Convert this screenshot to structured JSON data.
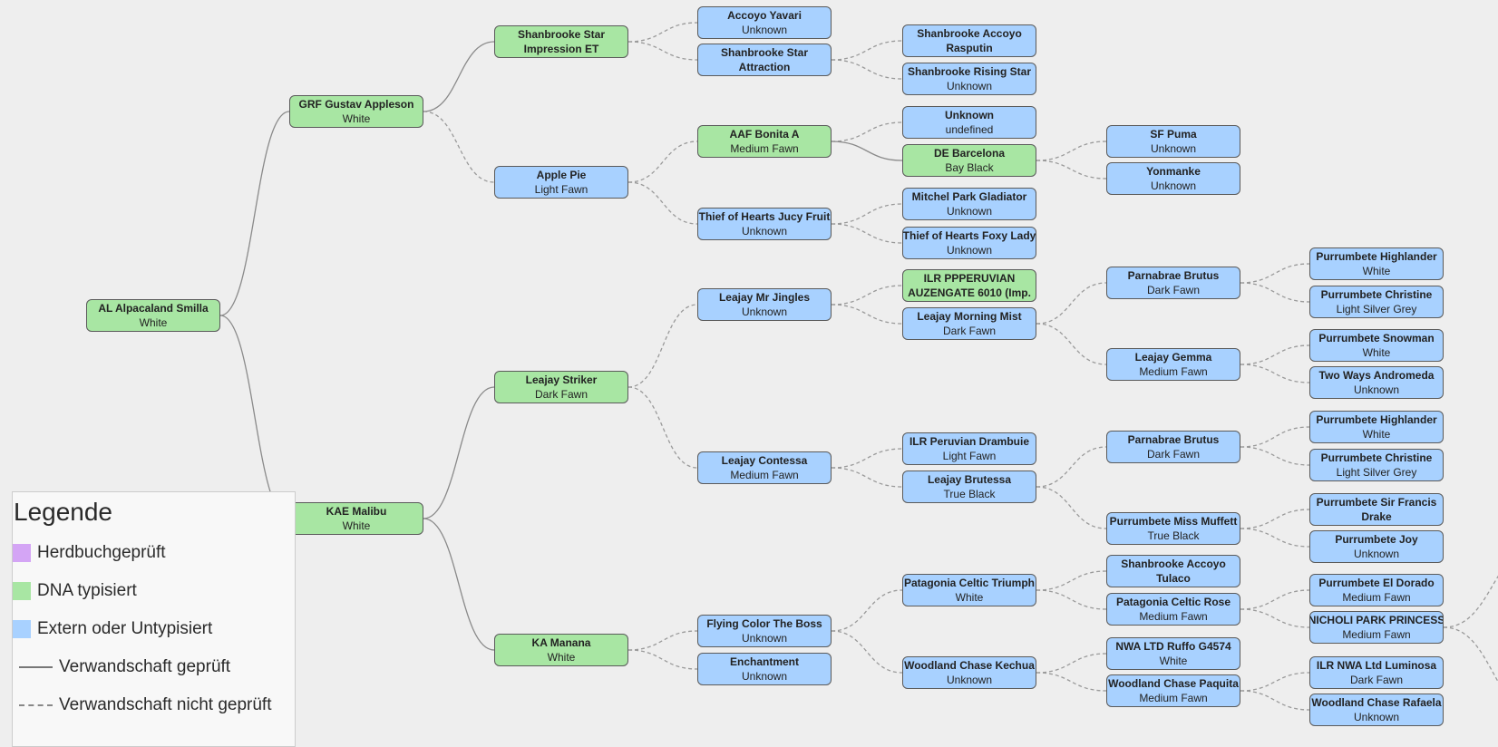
{
  "colors": {
    "dna": "#a8e6a3",
    "extern": "#a8d1ff",
    "herdbook": "#d4a5f5",
    "edge": "#9a9a9a"
  },
  "nodes": [
    {
      "id": "n0",
      "name": "AL Alpacaland Smilla",
      "color": "White",
      "type": "dna",
      "parents": [
        {
          "id": "n1",
          "verified": true
        },
        {
          "id": "n2",
          "verified": true
        }
      ]
    },
    {
      "id": "n1",
      "name": "GRF Gustav Appleson",
      "color": "White",
      "type": "dna",
      "parents": [
        {
          "id": "n3",
          "verified": true
        },
        {
          "id": "n4",
          "verified": false
        }
      ]
    },
    {
      "id": "n2",
      "name": "KAE Malibu",
      "color": "White",
      "type": "dna",
      "parents": [
        {
          "id": "n5",
          "verified": true
        },
        {
          "id": "n6",
          "verified": true
        }
      ]
    },
    {
      "id": "n3",
      "name": "Shanbrooke Star Impression ET",
      "color": "",
      "type": "dna",
      "parents": [
        {
          "id": "n7",
          "verified": false
        },
        {
          "id": "n8",
          "verified": false
        }
      ]
    },
    {
      "id": "n4",
      "name": "Apple Pie",
      "color": "Light Fawn",
      "type": "extern",
      "parents": [
        {
          "id": "n9",
          "verified": false
        },
        {
          "id": "n10",
          "verified": false
        }
      ]
    },
    {
      "id": "n5",
      "name": "Leajay Striker",
      "color": "Dark Fawn",
      "type": "dna",
      "parents": [
        {
          "id": "n11",
          "verified": false
        },
        {
          "id": "n12",
          "verified": false
        }
      ]
    },
    {
      "id": "n6",
      "name": "KA Manana",
      "color": "White",
      "type": "dna",
      "parents": [
        {
          "id": "n13",
          "verified": false
        },
        {
          "id": "n14",
          "verified": false
        }
      ]
    },
    {
      "id": "n7",
      "name": "Accoyo Yavari",
      "color": "Unknown",
      "type": "extern",
      "parents": []
    },
    {
      "id": "n8",
      "name": "Shanbrooke Star Attraction",
      "color": "",
      "type": "extern",
      "parents": [
        {
          "id": "n15",
          "verified": false
        },
        {
          "id": "n16",
          "verified": false
        }
      ]
    },
    {
      "id": "n9",
      "name": "AAF Bonita A",
      "color": "Medium Fawn",
      "type": "dna",
      "parents": [
        {
          "id": "n17",
          "verified": false
        },
        {
          "id": "n18",
          "verified": true
        }
      ]
    },
    {
      "id": "n10",
      "name": "Thief of Hearts Jucy Fruit",
      "color": "Unknown",
      "type": "extern",
      "parents": [
        {
          "id": "n19",
          "verified": false
        },
        {
          "id": "n20",
          "verified": false
        }
      ]
    },
    {
      "id": "n11",
      "name": "Leajay Mr Jingles",
      "color": "Unknown",
      "type": "extern",
      "parents": [
        {
          "id": "n21",
          "verified": false
        },
        {
          "id": "n22",
          "verified": false
        }
      ]
    },
    {
      "id": "n12",
      "name": "Leajay Contessa",
      "color": "Medium Fawn",
      "type": "extern",
      "parents": [
        {
          "id": "n23",
          "verified": false
        },
        {
          "id": "n24",
          "verified": false
        }
      ]
    },
    {
      "id": "n13",
      "name": "Flying Color The Boss",
      "color": "Unknown",
      "type": "extern",
      "parents": [
        {
          "id": "n25",
          "verified": false
        },
        {
          "id": "n26",
          "verified": false
        }
      ]
    },
    {
      "id": "n14",
      "name": "Enchantment",
      "color": "Unknown",
      "type": "extern",
      "parents": []
    },
    {
      "id": "n15",
      "name": "Shanbrooke Accoyo Rasputin",
      "color": "",
      "type": "extern",
      "parents": []
    },
    {
      "id": "n16",
      "name": "Shanbrooke Rising Star",
      "color": "Unknown",
      "type": "extern",
      "parents": []
    },
    {
      "id": "n17",
      "name": "Unknown",
      "color": "undefined",
      "type": "extern",
      "parents": []
    },
    {
      "id": "n18",
      "name": "DE Barcelona",
      "color": "Bay Black",
      "type": "dna",
      "parents": [
        {
          "id": "n27",
          "verified": false
        },
        {
          "id": "n28",
          "verified": false
        }
      ]
    },
    {
      "id": "n19",
      "name": "Mitchel Park Gladiator",
      "color": "Unknown",
      "type": "extern",
      "parents": []
    },
    {
      "id": "n20",
      "name": "Thief of Hearts Foxy Lady",
      "color": "Unknown",
      "type": "extern",
      "parents": []
    },
    {
      "id": "n21",
      "name": "ILR PPPERUVIAN AUZENGATE 6010 (Imp.",
      "color": "",
      "type": "dna",
      "parents": []
    },
    {
      "id": "n22",
      "name": "Leajay Morning Mist",
      "color": "Dark Fawn",
      "type": "extern",
      "parents": [
        {
          "id": "n29",
          "verified": false
        },
        {
          "id": "n30",
          "verified": false
        }
      ]
    },
    {
      "id": "n23",
      "name": "ILR Peruvian Drambuie",
      "color": "Light Fawn",
      "type": "extern",
      "parents": []
    },
    {
      "id": "n24",
      "name": "Leajay Brutessa",
      "color": "True Black",
      "type": "extern",
      "parents": [
        {
          "id": "n31",
          "verified": false
        },
        {
          "id": "n32",
          "verified": false
        }
      ]
    },
    {
      "id": "n25",
      "name": "Patagonia Celtic Triumph",
      "color": "White",
      "type": "extern",
      "parents": [
        {
          "id": "n33",
          "verified": false
        },
        {
          "id": "n34",
          "verified": false
        }
      ]
    },
    {
      "id": "n26",
      "name": "Woodland Chase Kechua",
      "color": "Unknown",
      "type": "extern",
      "parents": [
        {
          "id": "n35",
          "verified": false
        },
        {
          "id": "n36",
          "verified": false
        }
      ]
    },
    {
      "id": "n27",
      "name": "SF Puma",
      "color": "Unknown",
      "type": "extern",
      "parents": []
    },
    {
      "id": "n28",
      "name": "Yonmanke",
      "color": "Unknown",
      "type": "extern",
      "parents": []
    },
    {
      "id": "n29",
      "name": "Parnabrae Brutus",
      "color": "Dark Fawn",
      "type": "extern",
      "parents": [
        {
          "id": "n37",
          "verified": false
        },
        {
          "id": "n38",
          "verified": false
        }
      ]
    },
    {
      "id": "n30",
      "name": "Leajay Gemma",
      "color": "Medium Fawn",
      "type": "extern",
      "parents": [
        {
          "id": "n39",
          "verified": false
        },
        {
          "id": "n40",
          "verified": false
        }
      ]
    },
    {
      "id": "n31",
      "name": "Parnabrae Brutus",
      "color": "Dark Fawn",
      "type": "extern",
      "parents": [
        {
          "id": "n41",
          "verified": false
        },
        {
          "id": "n42",
          "verified": false
        }
      ]
    },
    {
      "id": "n32",
      "name": "Purrumbete Miss Muffett",
      "color": "True Black",
      "type": "extern",
      "parents": [
        {
          "id": "n43",
          "verified": false
        },
        {
          "id": "n44",
          "verified": false
        }
      ]
    },
    {
      "id": "n33",
      "name": "Shanbrooke Accoyo Tulaco",
      "color": "",
      "type": "extern",
      "parents": []
    },
    {
      "id": "n34",
      "name": "Patagonia Celtic Rose",
      "color": "Medium Fawn",
      "type": "extern",
      "parents": [
        {
          "id": "n45",
          "verified": false
        },
        {
          "id": "n46",
          "verified": false
        }
      ]
    },
    {
      "id": "n35",
      "name": "NWA LTD Ruffo G4574",
      "color": "White",
      "type": "extern",
      "parents": []
    },
    {
      "id": "n36",
      "name": "Woodland Chase Paquita",
      "color": "Medium Fawn",
      "type": "extern",
      "parents": [
        {
          "id": "n47",
          "verified": false
        },
        {
          "id": "n48",
          "verified": false
        }
      ]
    },
    {
      "id": "n37",
      "name": "Purrumbete Highlander",
      "color": "White",
      "type": "extern",
      "parents": []
    },
    {
      "id": "n38",
      "name": "Purrumbete Christine",
      "color": "Light Silver Grey",
      "type": "extern",
      "parents": []
    },
    {
      "id": "n39",
      "name": "Purrumbete Snowman",
      "color": "White",
      "type": "extern",
      "parents": []
    },
    {
      "id": "n40",
      "name": "Two Ways Andromeda",
      "color": "Unknown",
      "type": "extern",
      "parents": []
    },
    {
      "id": "n41",
      "name": "Purrumbete Highlander",
      "color": "White",
      "type": "extern",
      "parents": []
    },
    {
      "id": "n42",
      "name": "Purrumbete Christine",
      "color": "Light Silver Grey",
      "type": "extern",
      "parents": []
    },
    {
      "id": "n43",
      "name": "Purrumbete Sir Francis Drake",
      "color": "",
      "type": "extern",
      "parents": []
    },
    {
      "id": "n44",
      "name": "Purrumbete Joy",
      "color": "Unknown",
      "type": "extern",
      "parents": []
    },
    {
      "id": "n45",
      "name": "Purrumbete El Dorado",
      "color": "Medium Fawn",
      "type": "extern",
      "parents": []
    },
    {
      "id": "n46",
      "name": "NICHOLI PARK PRINCESS",
      "color": "Medium Fawn",
      "type": "extern",
      "parents": [
        {
          "id": "off1",
          "verified": false
        },
        {
          "id": "off2",
          "verified": false
        }
      ]
    },
    {
      "id": "n47",
      "name": "ILR NWA Ltd Luminosa",
      "color": "Dark Fawn",
      "type": "extern",
      "parents": []
    },
    {
      "id": "n48",
      "name": "Woodland Chase Rafaela",
      "color": "Unknown",
      "type": "extern",
      "parents": []
    }
  ],
  "legend": {
    "title": "Legende",
    "items": [
      {
        "label": "Herdbuchgeprüft",
        "kind": "herdbook"
      },
      {
        "label": "DNA typisiert",
        "kind": "dna"
      },
      {
        "label": "Extern oder Untypisiert",
        "kind": "extern"
      },
      {
        "label": "Verwandschaft geprüft",
        "kind": "solid"
      },
      {
        "label": "Verwandschaft nicht geprüft",
        "kind": "dashed"
      }
    ]
  }
}
